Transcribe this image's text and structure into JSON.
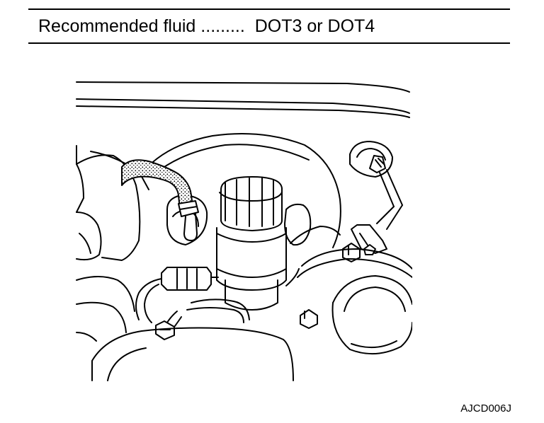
{
  "header": {
    "label": "Recommended fluid",
    "leader": ".........",
    "value": "DOT3 or DOT4"
  },
  "figure": {
    "code": "AJCD006J"
  }
}
